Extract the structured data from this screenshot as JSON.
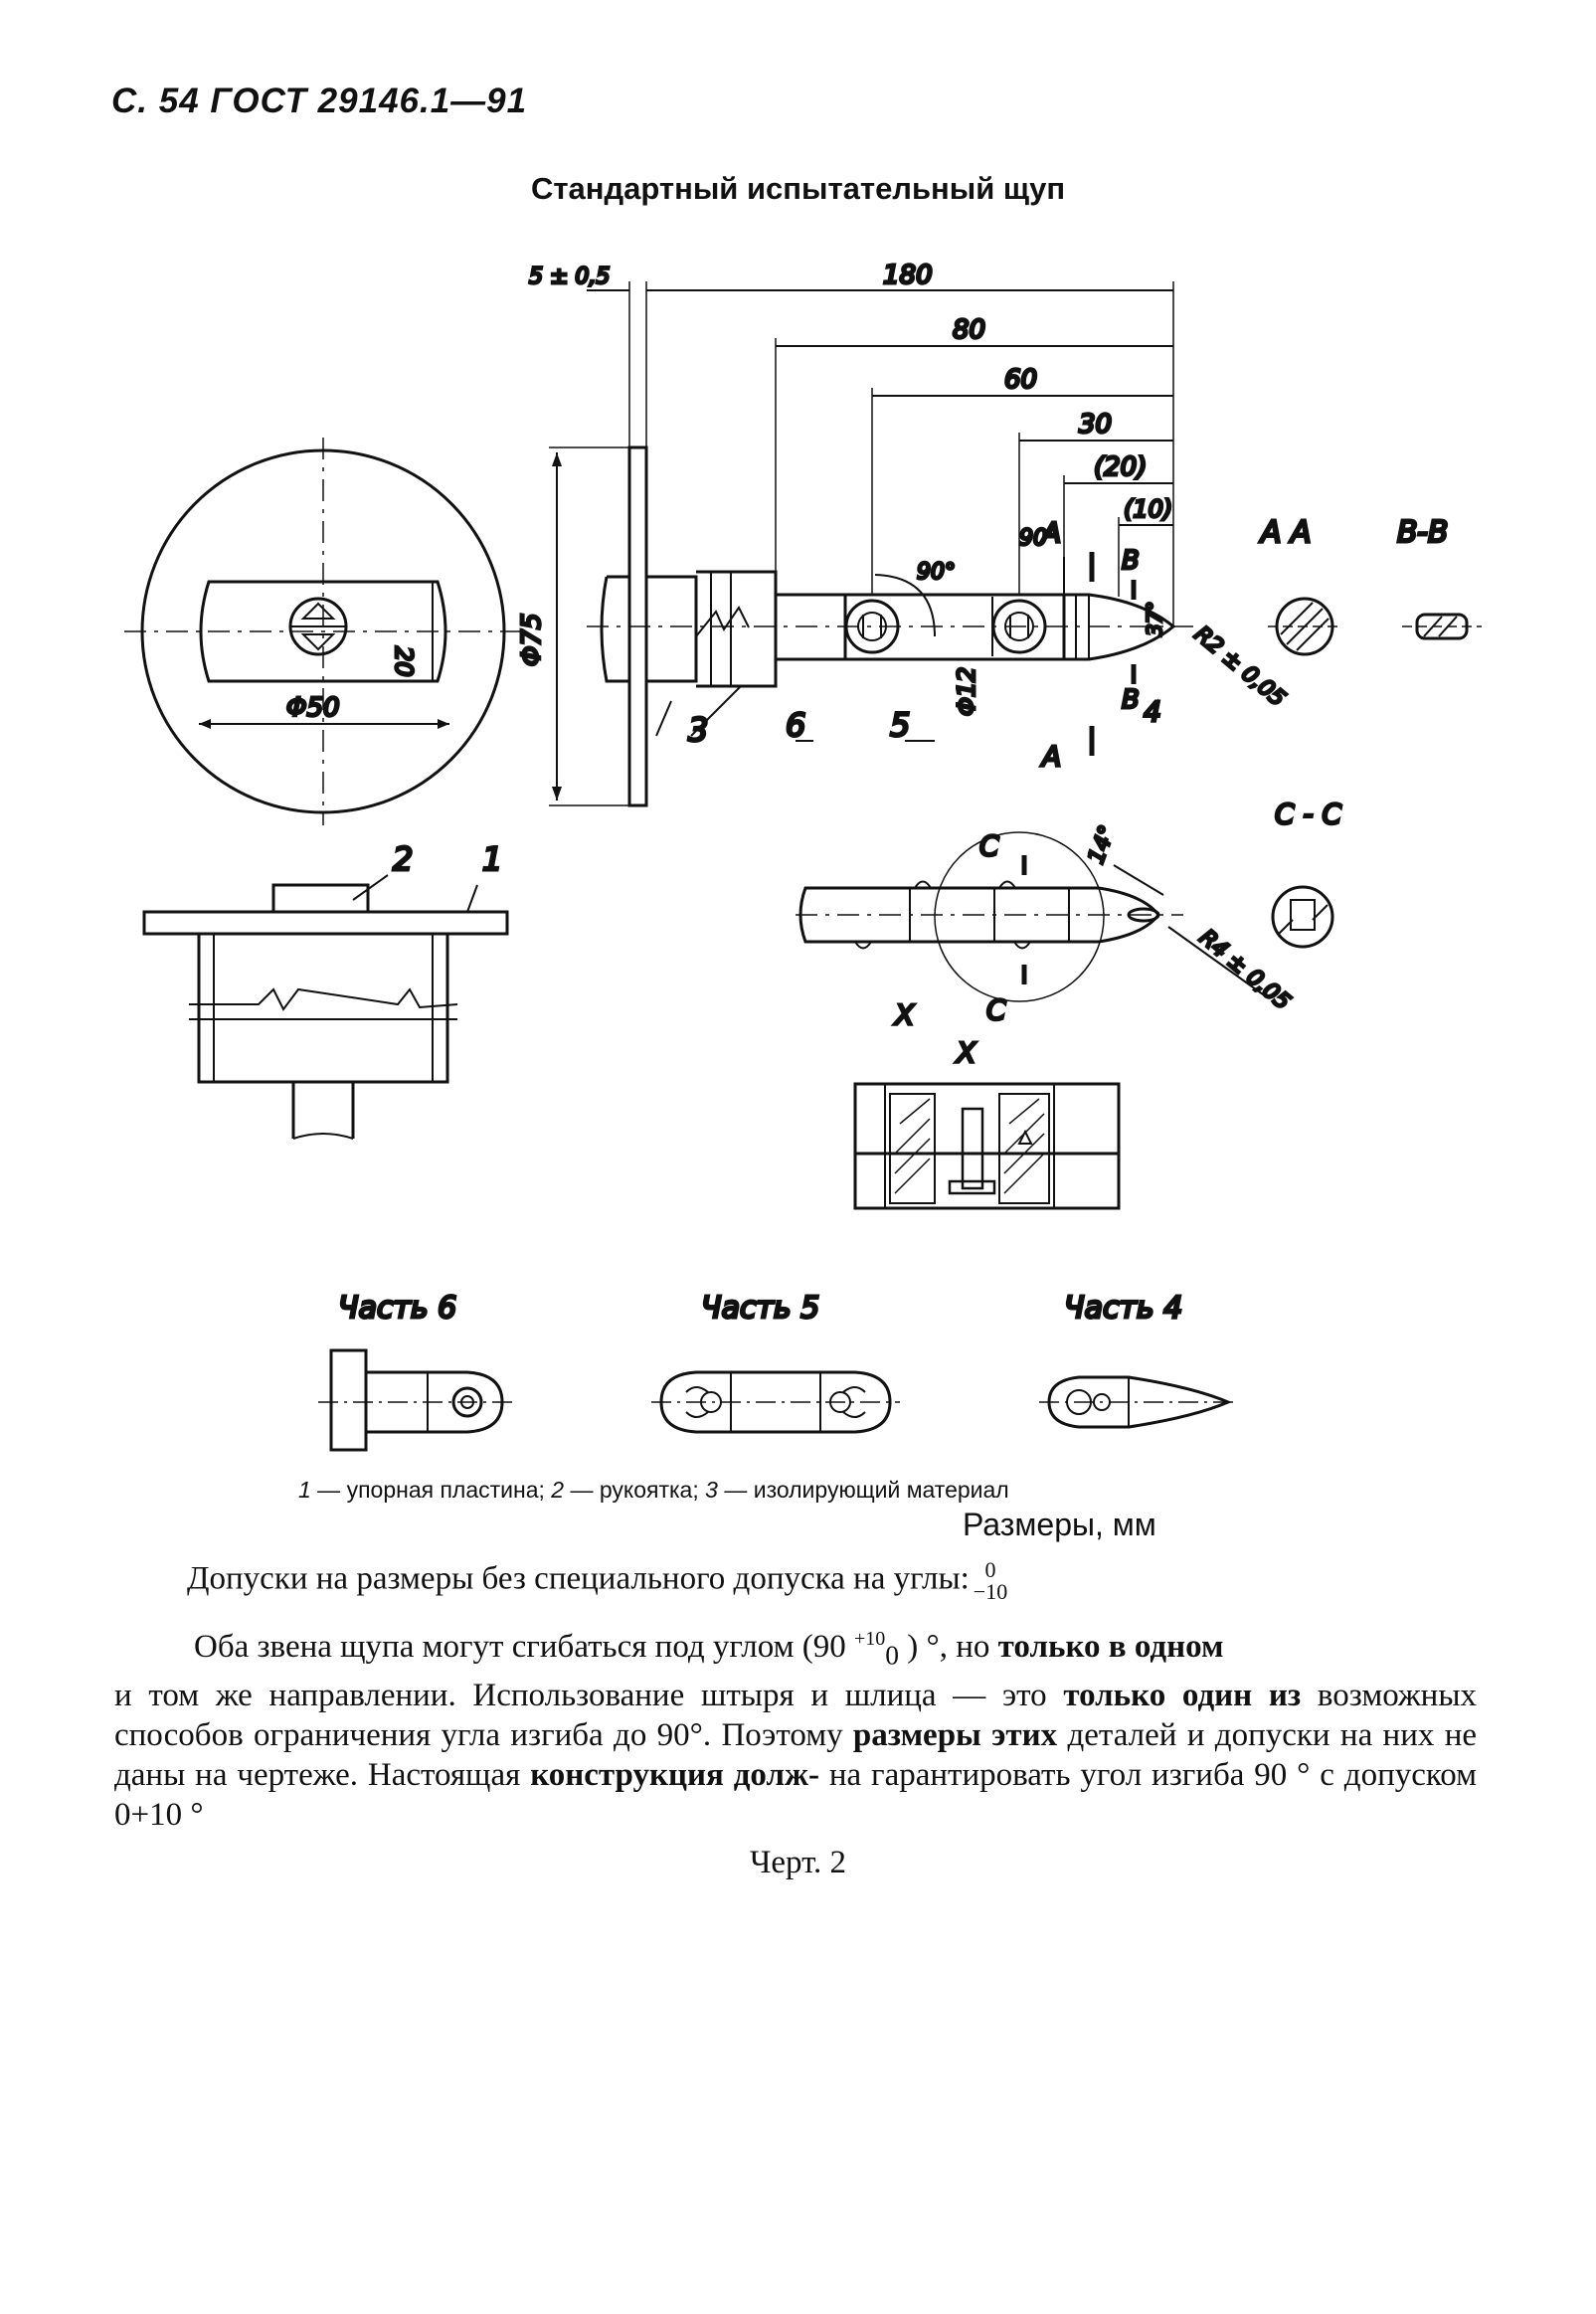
{
  "page_header": "С. 54 ГОСТ 29146.1—91",
  "title": "Стандартный испытательный щуп",
  "drawing": {
    "dims": {
      "d5": "5 ± 0,5",
      "d180": "180",
      "d80": "80",
      "d60": "60",
      "d30": "30",
      "d20": "(20)",
      "d10": "(10)",
      "d_phi75": "Φ75",
      "d_phi50": "Φ50",
      "d20v": "20",
      "d_phi12": "Φ12",
      "ang90a": "90°",
      "ang90b": "90°",
      "ang37": "37°",
      "r2": "R2 ± 0,05",
      "ang14": "14°",
      "r4": "R4 ± 0,05"
    },
    "callouts": {
      "c1": "1",
      "c2": "2",
      "c3": "3",
      "c4": "4",
      "c5": "5",
      "c6": "6"
    },
    "sections": {
      "a": "A",
      "b": "B",
      "c": "C",
      "x": "X",
      "aa": "A  A",
      "bb": "B-B",
      "cc": "C - C",
      "x_view": "X"
    },
    "parts": {
      "p6": "Часть 6",
      "p5": "Часть 5",
      "p4": "Часть 4"
    }
  },
  "legend": {
    "n1": "1",
    "t1": " — упорная пластина; ",
    "n2": "2",
    "t2": " — рукоятка; ",
    "n3": "3",
    "t3": " — изолирующий материал"
  },
  "units": "Размеры, мм",
  "tolerance": {
    "text": "Допуски на размеры без специального допуска на углы:",
    "upper": "0",
    "lower": "−10"
  },
  "paragraph": {
    "p1a": "Оба звена щупа могут сгибаться под углом (90 ",
    "p1sup": "+10",
    "p1sub": "0",
    "p1b": " ) °, но ",
    "p1c": "только в одном",
    "p2": "и том же направлении. Использование штыря и шлица — это ",
    "p2b": "только один из",
    "p3": "возможных способов ограничения угла изгиба до 90°. Поэтому ",
    "p3b": "размеры этих",
    "p4": "деталей и допуски на них не даны на чертеже. Настоящая ",
    "p4b": "конструкция долж-",
    "p5": "на гарантировать угол изгиба 90 ° с допуском 0+10 °"
  },
  "figure_caption": "Черт. 2"
}
